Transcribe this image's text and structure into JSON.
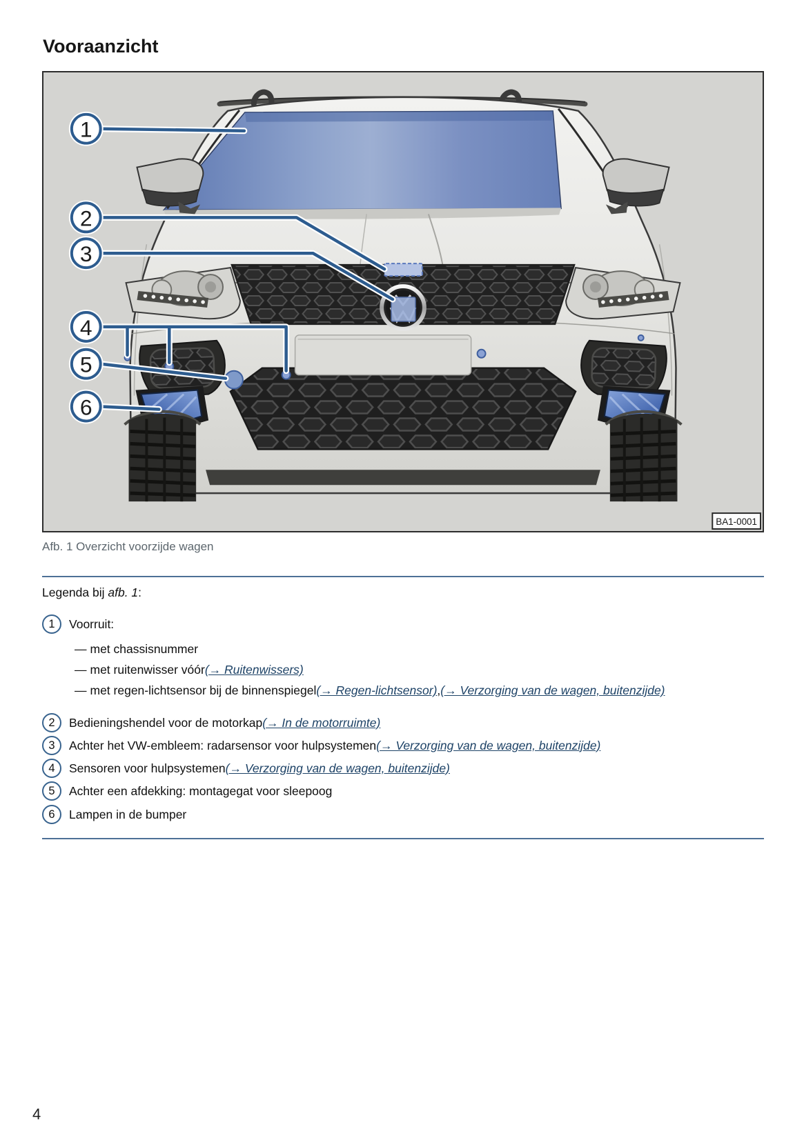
{
  "page": {
    "title": "Vooraanzicht",
    "page_number": "4"
  },
  "figure": {
    "caption": "Afb. 1 Overzicht voorzijde wagen",
    "image_code": "BA1-0001",
    "callouts": {
      "c1": "1",
      "c2": "2",
      "c3": "3",
      "c4": "4",
      "c5": "5",
      "c6": "6"
    }
  },
  "legend": {
    "heading_prefix": "Legenda bij ",
    "heading_ref": "afb. 1",
    "heading_suffix": ":",
    "dash": "—",
    "items": [
      {
        "num": "1",
        "text": "Voorruit:"
      },
      {
        "num": "2",
        "text": "Bedieningshendel voor de motorkap ",
        "link1": "(→ In de motorruimte)"
      },
      {
        "num": "3",
        "text": "Achter het VW-embleem: radarsensor voor hulpsystemen ",
        "link1": "(→ Verzorging van de wagen, buitenzijde)"
      },
      {
        "num": "4",
        "text": "Sensoren voor hulpsystemen ",
        "link1": "(→ Verzorging van de wagen, buitenzijde)"
      },
      {
        "num": "5",
        "text": "Achter een afdekking: montagegat voor sleepoog"
      },
      {
        "num": "6",
        "text": "Lampen in de bumper"
      }
    ],
    "subitems": [
      {
        "text": "met chassisnummer"
      },
      {
        "text": "met ruitenwisser vóór ",
        "link1": "(→ Ruitenwissers)"
      },
      {
        "text": "met regen-lichtsensor bij de binnenspiegel ",
        "link1": "(→ Regen-lichtsensor)",
        "sep": ", ",
        "link2": "(→ Verzorging van de wagen, buitenzijde)"
      }
    ]
  },
  "colors": {
    "callout_blue": "#2d5c8f",
    "rule_blue": "#4d7096",
    "link_blue": "#1d4266",
    "caption_gray": "#5c666d",
    "windshield_blue": "#8ea3cc",
    "sensor_blue": "#8ba2d4",
    "figure_background": "#d4d4d1"
  }
}
